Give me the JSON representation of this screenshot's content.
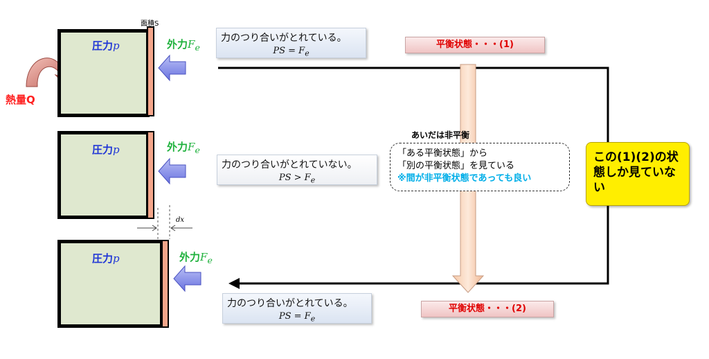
{
  "area_label": "面積S",
  "heat_label": "熱量Q",
  "pressure_label": "圧力",
  "pressure_var": "p",
  "external_label": "外力",
  "external_var": "F",
  "external_sub": "e",
  "row1": {
    "text": "力のつり合いがとれている。",
    "eq": "PS = F"
  },
  "row2": {
    "text": "力のつり合いがとれていない。",
    "eq": "PS > F"
  },
  "row3": {
    "text": "力のつり合いがとれている。",
    "eq": "PS = F"
  },
  "eq_sub": "e",
  "dx_label": "dx",
  "state1": "平衡状態・・・(1)",
  "state2": "平衡状態・・・(2)",
  "between_title": "あいだは非平衡",
  "between_line1": "「ある平衡状態」から",
  "between_line2": "「別の平衡状態」を見ている",
  "between_line3": "※間が非平衡状態であっても良い",
  "yellow_note": "この(1)(2)の状態しか見ていない",
  "colors": {
    "pressure": "#1f35d6",
    "external": "#1eb13c",
    "heat": "#ff2020",
    "state": "#e00000",
    "highlight": "#00aee8",
    "yellow": "#ffee00"
  }
}
